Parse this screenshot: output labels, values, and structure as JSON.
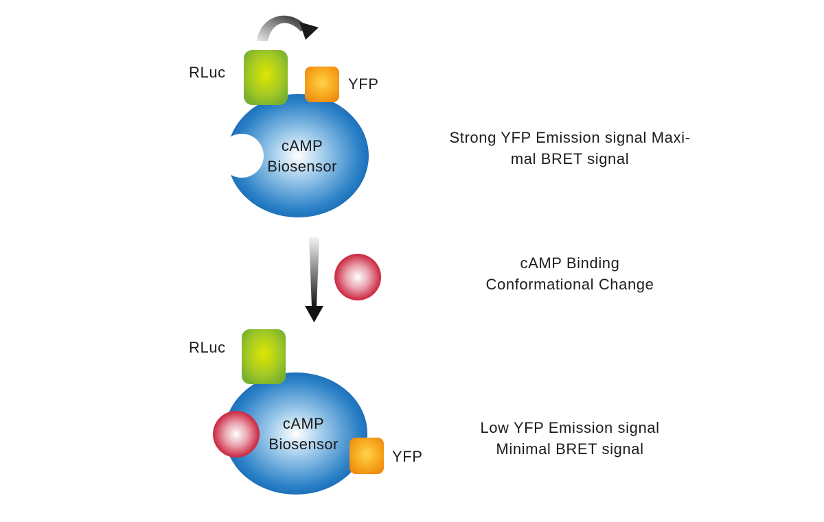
{
  "top_state": {
    "rluc_label": "RLuc",
    "yfp_label": "YFP",
    "sensor_line1": "cAMP",
    "sensor_line2": "Biosensor",
    "desc_line1": "Strong YFP Emission signal Maxi-",
    "desc_line2": "mal BRET signal"
  },
  "transition": {
    "desc_line1": "cAMP Binding",
    "desc_line2": "Conformational Change"
  },
  "bottom_state": {
    "rluc_label": "RLuc",
    "yfp_label": "YFP",
    "sensor_line1": "cAMP",
    "sensor_line2": "Biosensor",
    "desc_line1": "Low YFP Emission signal",
    "desc_line2": "Minimal BRET signal"
  },
  "colors": {
    "sensor_blue": "#1f6fb8",
    "rluc_green": "#8bbf2a",
    "yfp_orange": "#f5a21c",
    "camp_red": "#c8263f"
  }
}
